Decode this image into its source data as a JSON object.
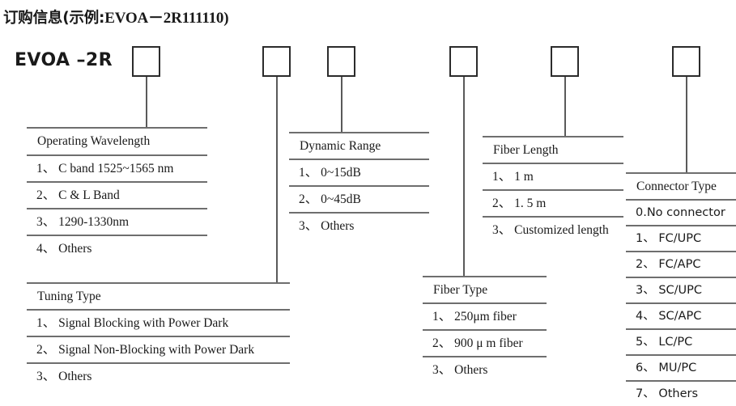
{
  "title": {
    "prefix": "订购信息(示例:",
    "example": "EVOA－2R111110",
    "suffix": ")"
  },
  "part_number": "EVOA –2R",
  "code_boxes": [
    {
      "name": "operating-wavelength-code",
      "value": ""
    },
    {
      "name": "tuning-type-code",
      "value": ""
    },
    {
      "name": "dynamic-range-code",
      "value": ""
    },
    {
      "name": "fiber-type-code",
      "value": ""
    },
    {
      "name": "fiber-length-code",
      "value": ""
    },
    {
      "name": "connector-type-code",
      "value": ""
    }
  ],
  "tables": {
    "operating_wavelength": {
      "header": "Operating Wavelength",
      "rows": [
        "1、 C band 1525~1565 nm",
        "2、 C & L Band",
        "3、 1290-1330nm",
        "4、 Others"
      ]
    },
    "tuning_type": {
      "header": "Tuning Type",
      "rows": [
        "1、 Signal Blocking with Power Dark",
        "2、 Signal Non-Blocking with Power Dark",
        "3、 Others"
      ]
    },
    "dynamic_range": {
      "header": "Dynamic Range",
      "rows": [
        "1、 0~15dB",
        "2、 0~45dB",
        "3、 Others"
      ]
    },
    "fiber_length": {
      "header": "Fiber Length",
      "rows": [
        "1、 1 m",
        "2、 1. 5 m",
        "3、 Customized length"
      ]
    },
    "fiber_type": {
      "header": "Fiber Type",
      "rows": [
        "1、 250μm fiber",
        "2、 900 μ m fiber",
        "3、 Others"
      ]
    },
    "connector_type": {
      "header": "Connector Type",
      "rows": [
        "0.No connector",
        "1、 FC/UPC",
        "2、 FC/APC",
        "3、 SC/UPC",
        "4、 SC/APC",
        "5、 LC/PC",
        "6、 MU/PC",
        "7、 Others"
      ]
    }
  },
  "colors": {
    "ink": "#1a1a1a",
    "rule": "#6e6e6e",
    "box_border": "#2b2b2b",
    "background": "#ffffff"
  }
}
